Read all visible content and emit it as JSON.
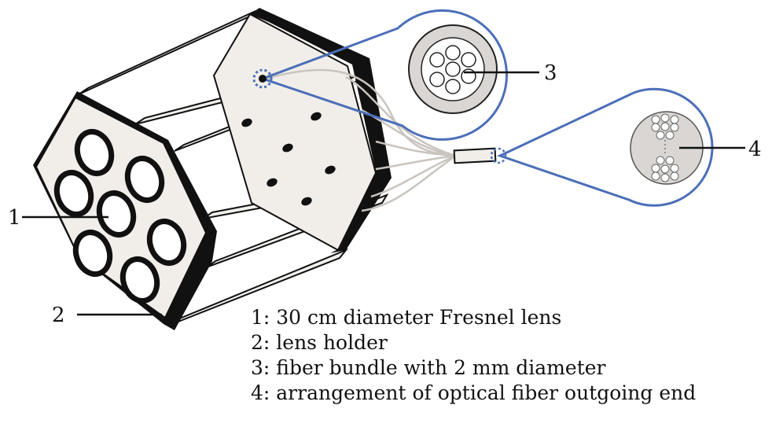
{
  "callouts": {
    "c1": "1",
    "c2": "2",
    "c3": "3",
    "c4": "4"
  },
  "legend": {
    "items": [
      "1: 30 cm diameter Fresnel lens",
      "2: lens holder",
      "3: fiber bundle with 2 mm diameter",
      "4: arrangement of optical fiber outgoing end"
    ]
  },
  "colors": {
    "frame_black": "#111111",
    "panel_fill": "#f1eeea",
    "rod_fill": "#f3f1ee",
    "fiber_gray": "#c9c4bf",
    "highlight_blue": "#4b6fb8",
    "magnifier_fill": "#d9d6d3"
  }
}
